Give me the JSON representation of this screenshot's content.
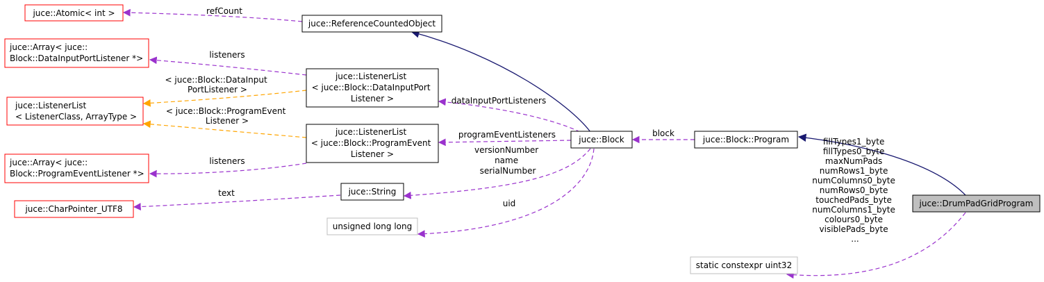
{
  "colors": {
    "inherit_edge": "#191970",
    "usage_edge": "#9a32cd",
    "template_edge": "#ffa500",
    "node_border": "#000000",
    "truncated_border": "#ff0000",
    "external_border": "#bfbfbf",
    "focus_fill": "#bfbfbf"
  },
  "nodes": {
    "atomic": [
      "juce::Atomic< int >"
    ],
    "refobj": [
      "juce::ReferenceCountedObject"
    ],
    "array_data": [
      "juce::Array< juce::",
      "Block::DataInputPortListener *>"
    ],
    "listenerlist_generic": [
      "juce::ListenerList",
      "< ListenerClass, ArrayType >"
    ],
    "array_prog": [
      "juce::Array< juce::",
      "Block::ProgramEventListener *>"
    ],
    "charptr": [
      "juce::CharPointer_UTF8"
    ],
    "ll_data": [
      "juce::ListenerList",
      "< juce::Block::DataInputPort",
      "Listener >"
    ],
    "ll_prog": [
      "juce::ListenerList",
      "< juce::Block::ProgramEvent",
      "Listener >"
    ],
    "string": [
      "juce::String"
    ],
    "ulonglong": [
      "unsigned long long"
    ],
    "block": [
      "juce::Block"
    ],
    "program": [
      "juce::Block::Program"
    ],
    "drumpad": [
      "juce::DrumPadGridProgram"
    ],
    "uint32": [
      "static constexpr uint32"
    ]
  },
  "edge_labels": {
    "refcount": [
      "refCount"
    ],
    "listeners_data": [
      "listeners"
    ],
    "tmpl_data": [
      "< juce::Block::DataInput",
      "PortListener >"
    ],
    "tmpl_prog": [
      "< juce::Block::ProgramEvent",
      "Listener >"
    ],
    "listeners_prog": [
      "listeners"
    ],
    "text": [
      "text"
    ],
    "data_listeners": [
      "dataInputPortListeners"
    ],
    "prog_listeners": [
      "programEventListeners"
    ],
    "string_members": [
      "versionNumber",
      "name",
      "serialNumber"
    ],
    "uid": [
      "uid"
    ],
    "block": [
      "block"
    ],
    "uint32_members": [
      "fillTypes1_byte",
      "fillTypes0_byte",
      "maxNumPads",
      "numRows1_byte",
      "numColumns0_byte",
      "numRows0_byte",
      "touchedPads_byte",
      "numColumns1_byte",
      "colours0_byte",
      "visiblePads_byte",
      "..."
    ]
  }
}
